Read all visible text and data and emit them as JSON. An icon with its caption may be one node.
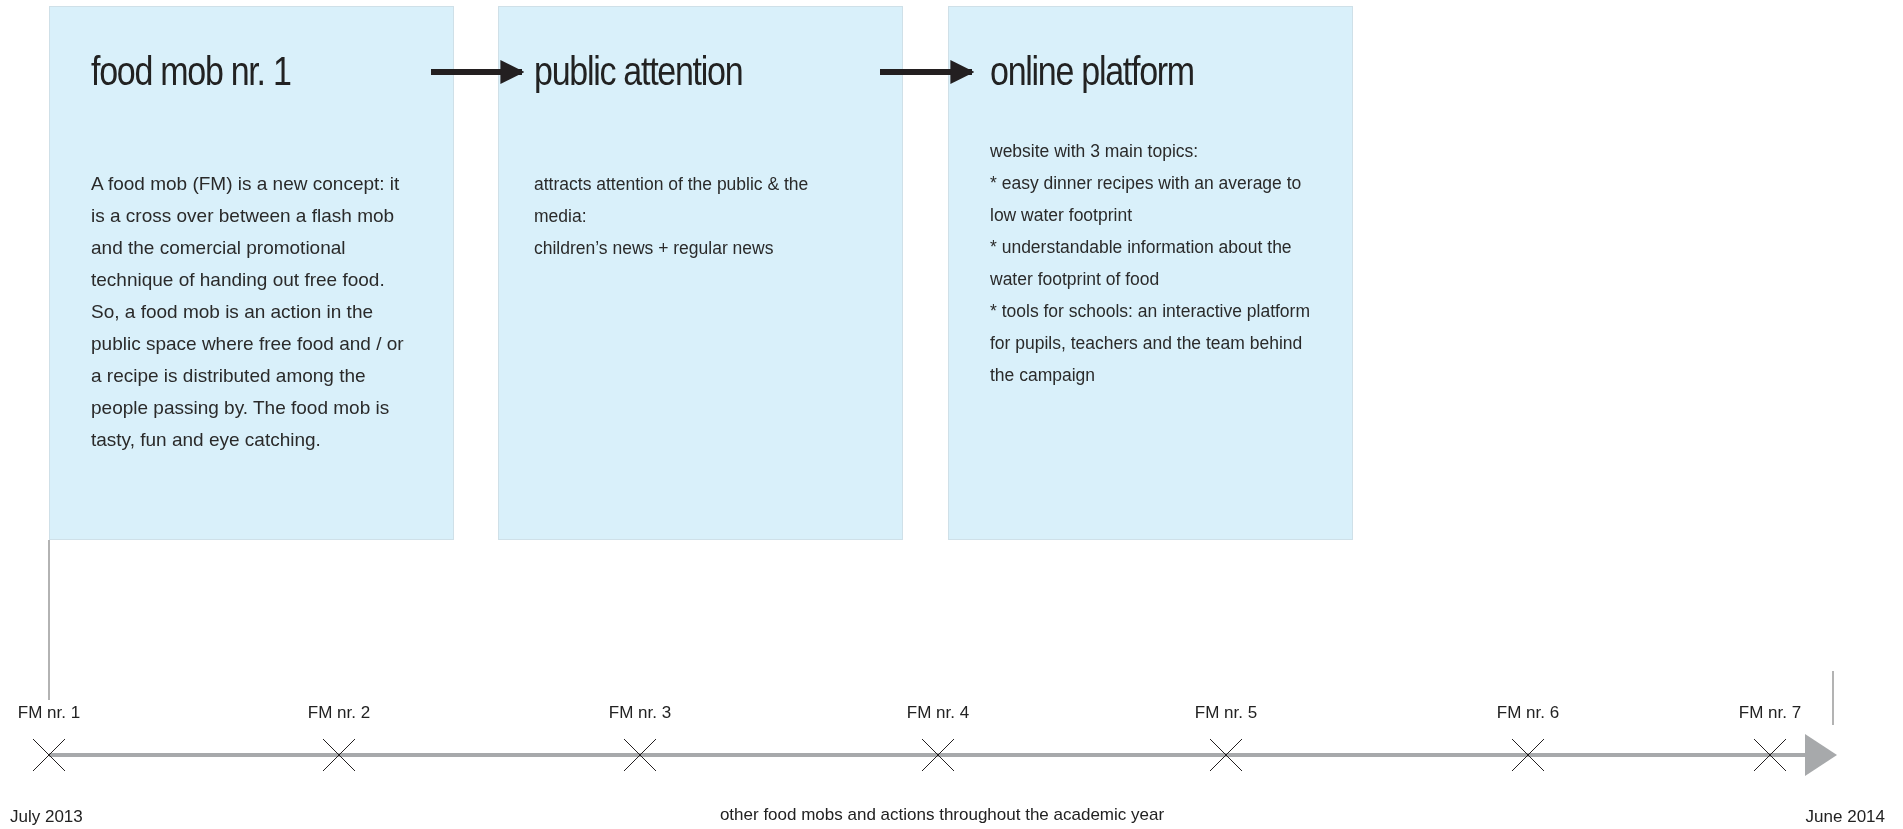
{
  "diagram": {
    "nodes": [
      {
        "text": [
          "food mob nr. 1",
          "A food mob (FM) is a new concept: it is a cross over between a flash mob and the comercial promotional technique of handing out free food. So, a food mob is an action in the public space where free food and / or a recipe is distributed among the people passing by. The food mob is tasty, fun and eye catching."
        ]
      },
      {
        "text": [
          "public attention",
          "attracts attention of the public & the media:",
          "children’s news + regular news"
        ]
      },
      {
        "text": [
          "online platform",
          "website with 3 main topics:",
          "* easy dinner recipes with an average to low water footprint",
          "* understandable information about the water footprint of food",
          "* tools for schools: an interactive platform for pupils, teachers and the team behind the campaign"
        ]
      },
      {
        "text": [
          "FM nr. 1"
        ]
      }
    ],
    "edges": [
      {
        "from": 0,
        "to": 1,
        "arrow": "to"
      },
      {
        "from": 1,
        "to": 2,
        "arrow": "to"
      },
      {
        "from": 0,
        "to": 3,
        "arrow": "none",
        "color": "#9a9a9a"
      }
    ],
    "labels": [
      "FM nr. 2",
      "FM nr. 3",
      "FM nr. 4",
      "FM nr. 5",
      "FM nr. 6",
      "FM nr. 7",
      "July 2013",
      "other food mobs and actions throughout the academic year",
      "June 2014"
    ]
  }
}
